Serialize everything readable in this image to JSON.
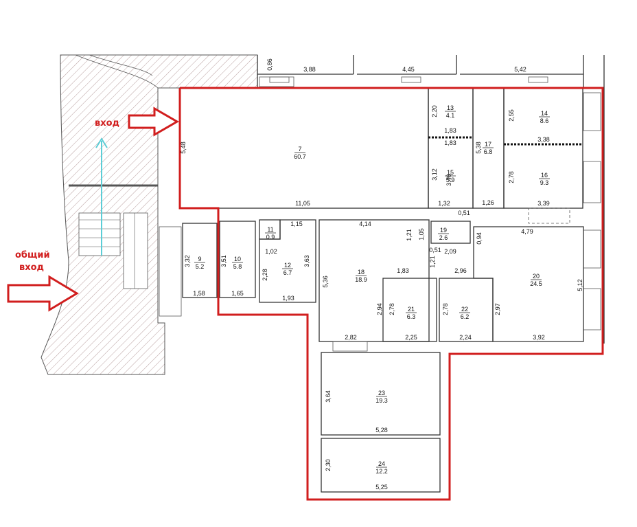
{
  "labels": {
    "entrance": "вход",
    "common_entrance_1": "общий",
    "common_entrance_2": "вход"
  },
  "colors": {
    "outline": "#d11e1e",
    "arrow_fill": "#ffffff",
    "arrow_stroke": "#d11e1e",
    "path_arrow": "#5ccdd6",
    "hatch": "#b9a0a0"
  },
  "rooms": [
    {
      "id": "7",
      "area": "60.7"
    },
    {
      "id": "9",
      "area": "5.2"
    },
    {
      "id": "10",
      "area": "5.8"
    },
    {
      "id": "11",
      "area": "0.9"
    },
    {
      "id": "12",
      "area": "6.7"
    },
    {
      "id": "13",
      "area": "4.1"
    },
    {
      "id": "14",
      "area": "8.6"
    },
    {
      "id": "15",
      "area": "5.9"
    },
    {
      "id": "16",
      "area": "9.3"
    },
    {
      "id": "17",
      "area": "6.8"
    },
    {
      "id": "18",
      "area": "18.9"
    },
    {
      "id": "19",
      "area": "2.6"
    },
    {
      "id": "20",
      "area": "24.5"
    },
    {
      "id": "21",
      "area": "6.3"
    },
    {
      "id": "22",
      "area": "6.2"
    },
    {
      "id": "23",
      "area": "19.3"
    },
    {
      "id": "24",
      "area": "12.2"
    }
  ],
  "dimensions": [
    "0,86",
    "3,88",
    "4,45",
    "5,42",
    "5,48",
    "11,05",
    "2,20",
    "1,83",
    "1,83",
    "3,12",
    "1,32",
    "3,46",
    "0,51",
    "5,38",
    "1,26",
    "2,55",
    "3,38",
    "2,78",
    "3,39",
    "1,15",
    "4,14",
    "1,21",
    "1,05",
    "0,51",
    "2,09",
    "0,94",
    "4,79",
    "3,32",
    "3,51",
    "1,02",
    "2,28",
    "3,63",
    "1,58",
    "1,65",
    "1,93",
    "5,36",
    "1,83",
    "1,21",
    "2,96",
    "5,12",
    "2,94",
    "2,78",
    "2,78",
    "2,97",
    "2,82",
    "2,25",
    "2,24",
    "3,92",
    "3,64",
    "5,28",
    "2,30",
    "5,25"
  ]
}
